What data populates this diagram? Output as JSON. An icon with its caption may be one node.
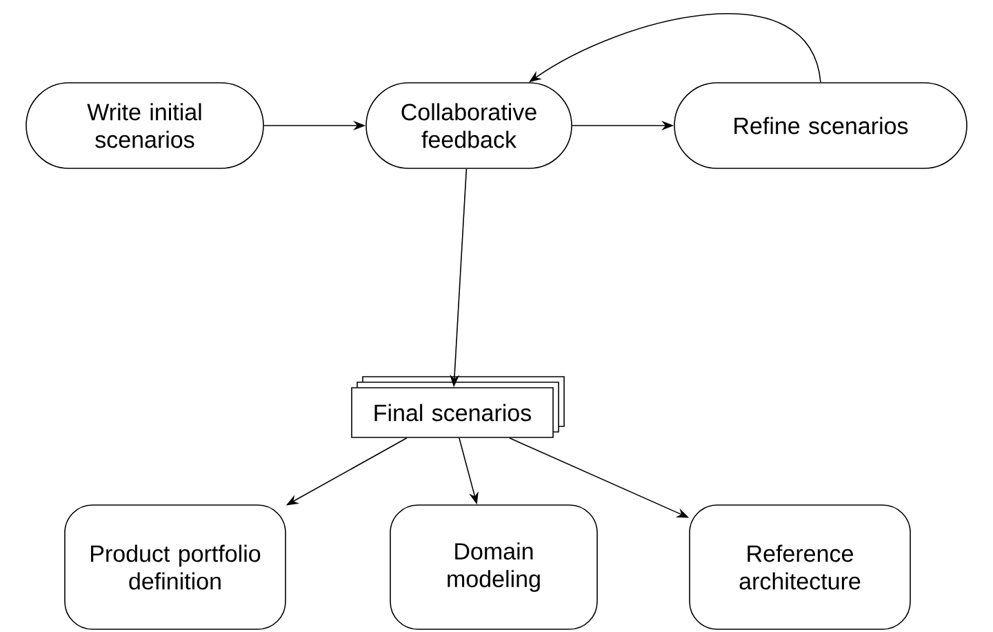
{
  "diagram": {
    "nodes": [
      {
        "text": [
          "Write initial scenarios"
        ]
      },
      {
        "text": [
          "Collaborative feedback"
        ]
      },
      {
        "text": [
          "Refine scenarios"
        ]
      },
      {
        "text": [
          "Final scenarios"
        ]
      },
      {
        "text": [
          "Product portfolio definition"
        ]
      },
      {
        "text": [
          "Domain modeling"
        ]
      },
      {
        "text": [
          "Reference architecture"
        ]
      }
    ],
    "edges": [
      {
        "from": 0,
        "to": 1,
        "arrow": "to"
      },
      {
        "from": 1,
        "to": 2,
        "arrow": "to"
      },
      {
        "from": 2,
        "to": 1,
        "arrow": "to"
      },
      {
        "from": 1,
        "to": 3,
        "arrow": "to"
      },
      {
        "from": 3,
        "to": 4,
        "arrow": "to"
      },
      {
        "from": 3,
        "to": 5,
        "arrow": "to"
      },
      {
        "from": 3,
        "to": 6,
        "arrow": "to"
      }
    ]
  }
}
